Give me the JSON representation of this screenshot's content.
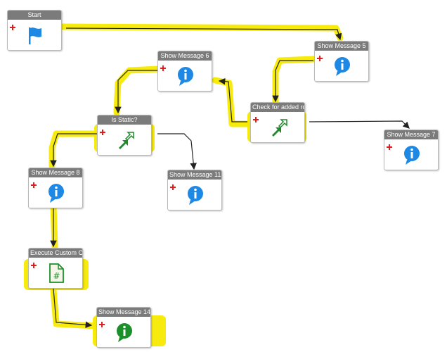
{
  "nodes": [
    {
      "id": "start",
      "title": "Start",
      "icon": "flag-icon"
    },
    {
      "id": "msg6",
      "title": "Show Message 6",
      "icon": "info-icon"
    },
    {
      "id": "msg5",
      "title": "Show Message 5",
      "icon": "info-icon"
    },
    {
      "id": "check",
      "title": "Check for added ro",
      "icon": "branch-arrow-icon"
    },
    {
      "id": "static",
      "title": "Is Static?",
      "icon": "branch-arrow-icon"
    },
    {
      "id": "msg7",
      "title": "Show Message 7",
      "icon": "info-icon"
    },
    {
      "id": "msg8",
      "title": "Show Message 8",
      "icon": "info-icon"
    },
    {
      "id": "msg11",
      "title": "Show Message 11",
      "icon": "info-icon"
    },
    {
      "id": "custom",
      "title": "Execute Custom Co",
      "icon": "script-file-icon"
    },
    {
      "id": "msg14",
      "title": "Show Message 14",
      "icon": "info-icon-green"
    }
  ],
  "colors": {
    "highlight": "#f7ea00",
    "title_bar": "#7b7b7b",
    "info_blue": "#1e88e5",
    "info_green": "#1b8f2a",
    "arrow_green": "#1f8a2a",
    "plus_red": "#e11d1d",
    "connector": "#222222"
  }
}
